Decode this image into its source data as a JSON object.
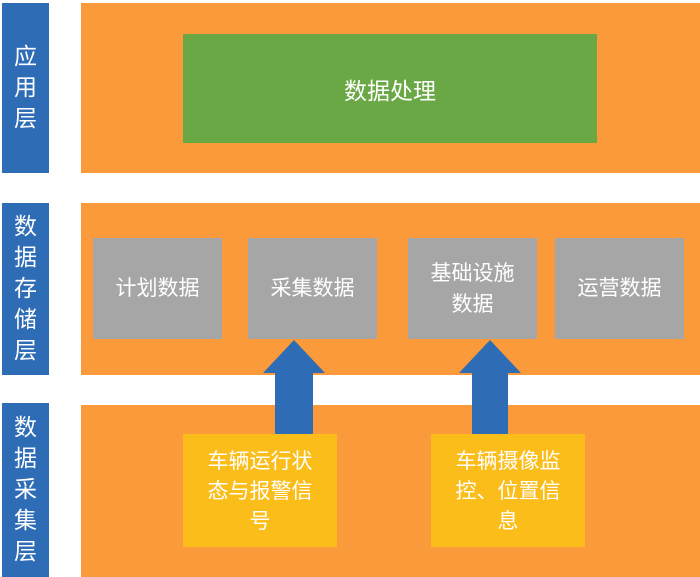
{
  "layers": [
    {
      "label": "应\n用\n层"
    },
    {
      "label": "数\n据\n存\n储\n层"
    },
    {
      "label": "数\n据\n采\n集\n层"
    }
  ],
  "application": {
    "processing": "数据处理"
  },
  "storage": {
    "boxes": [
      "计划数据",
      "采集数据",
      "基础设施\n数据",
      "运营数据"
    ]
  },
  "collection": {
    "boxes": [
      "车辆运行状\n态与报警信\n号",
      "车辆摄像监\n控、位置信\n息"
    ]
  },
  "colors": {
    "band": "#fa9a3a",
    "label": "#2e6db6",
    "processing": "#69a845",
    "storage_box": "#a6a6a6",
    "source_box": "#fbbd1a",
    "arrow": "#2e6db6"
  }
}
